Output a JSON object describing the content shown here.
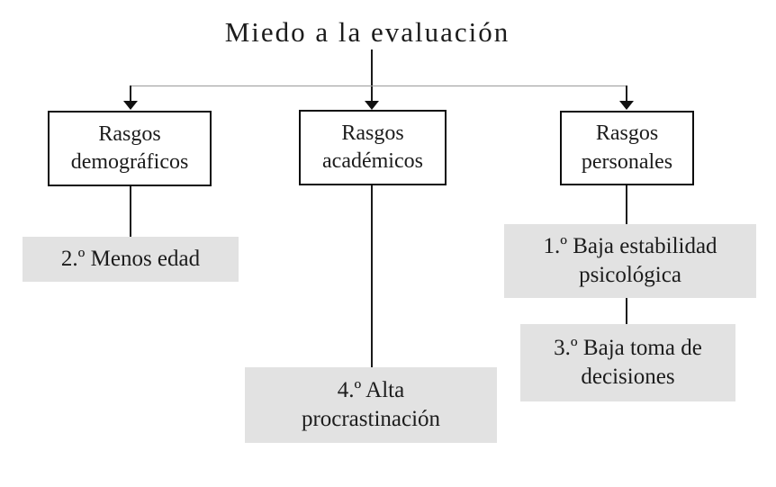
{
  "title": "Miedo a la evaluación",
  "columns": [
    {
      "header": "Rasgos\ndemográficos",
      "items": [
        "2.º Menos edad"
      ]
    },
    {
      "header": "Rasgos\nacadémicos",
      "items": [
        "4.º Alta\nprocrastinación"
      ]
    },
    {
      "header": "Rasgos\npersonales",
      "items": [
        "1.º Baja estabilidad\npsicológica",
        "3.º Baja toma de\ndecisiones"
      ]
    }
  ],
  "colors": {
    "background": "#ffffff",
    "category_box_bg": "#ffffff",
    "category_box_border": "#0d0d0d",
    "result_box_bg": "#e2e2e2",
    "connector_vertical": "#1a1a1a",
    "connector_crossbar": "#9a9a9a",
    "text": "#1c1c1c"
  }
}
